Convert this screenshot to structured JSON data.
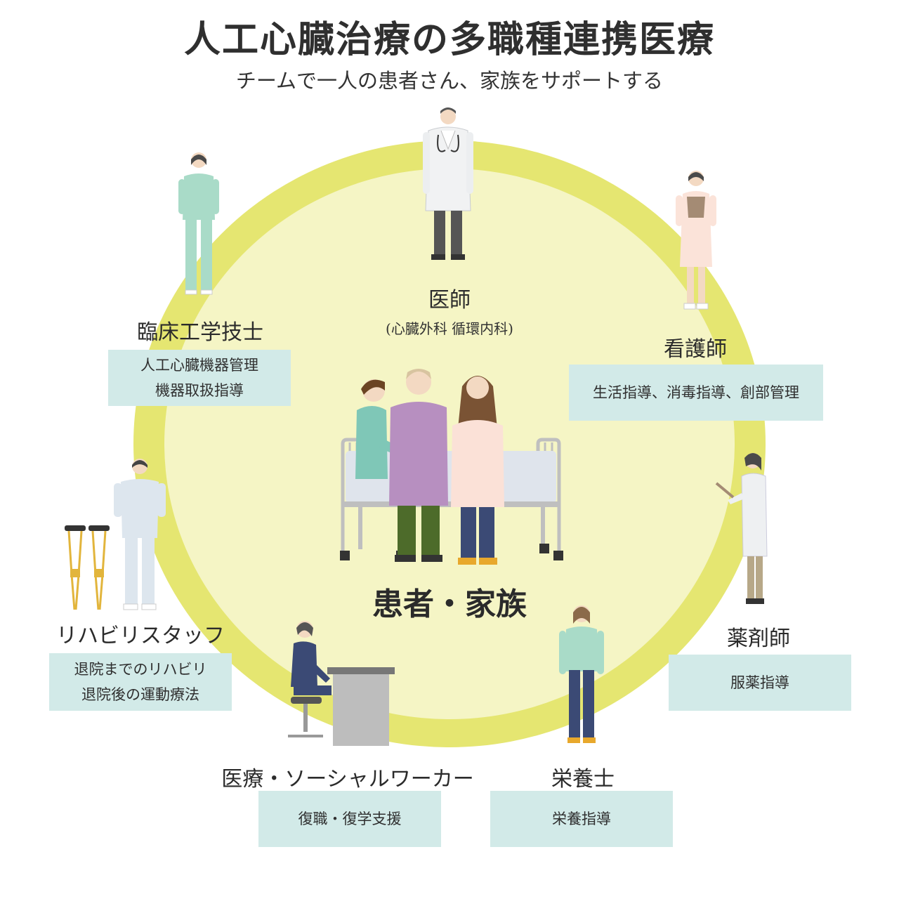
{
  "header": {
    "title": "人工心臓治療の多職種連携医療",
    "subtitle": "チームで一人の患者さん、家族をサポートする"
  },
  "center": {
    "label": "患者・家族"
  },
  "roles": {
    "doctor": {
      "name": "医師",
      "sub": "(心臓外科 循環内科)"
    },
    "engineer": {
      "name": "臨床工学技士",
      "lines": [
        "人工心臓機器管理",
        "機器取扱指導"
      ]
    },
    "nurse": {
      "name": "看護師",
      "lines": [
        "生活指導、消毒指導、創部管理"
      ]
    },
    "rehab": {
      "name": "リハビリスタッフ",
      "lines": [
        "退院までのリハビリ",
        "退院後の運動療法"
      ]
    },
    "pharmacist": {
      "name": "薬剤師",
      "lines": [
        "服薬指導"
      ]
    },
    "social_worker": {
      "name": "医療・ソーシャルワーカー",
      "lines": [
        "復職・復学支援"
      ]
    },
    "dietitian": {
      "name": "栄養士",
      "lines": [
        "栄養指導"
      ]
    }
  },
  "colors": {
    "ring_outer": "#e5e671",
    "ring_inner": "#f5f5c5",
    "box_fill": "#d2eae8"
  },
  "icons": [
    "doctor-figure",
    "engineer-figure",
    "nurse-figure",
    "rehab-staff-figure",
    "crutches-icon",
    "pharmacist-figure",
    "social-worker-figure",
    "desk-icon",
    "dietitian-figure",
    "hospital-bed-icon",
    "patient-figure",
    "family-man-figure",
    "family-woman-figure"
  ]
}
